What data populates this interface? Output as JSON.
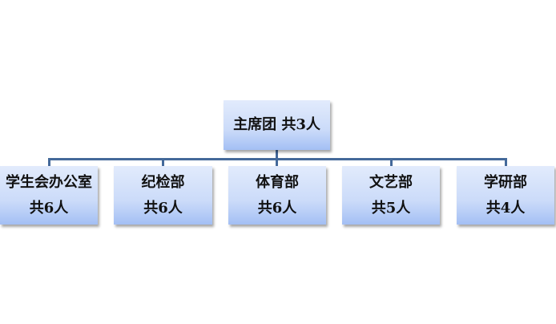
{
  "root": {
    "name": "主席团",
    "count": "共3人"
  },
  "children": [
    {
      "name": "学生会办公室",
      "count": "共6人"
    },
    {
      "name": "纪检部",
      "count": "共6人"
    },
    {
      "name": "体育部",
      "count": "共6人"
    },
    {
      "name": "文艺部",
      "count": "共5人"
    },
    {
      "name": "学研部",
      "count": "共4人"
    }
  ],
  "colors": {
    "connector": "#44699a",
    "box_top": "#e2ebfc",
    "box_bottom": "#a3bff4"
  }
}
